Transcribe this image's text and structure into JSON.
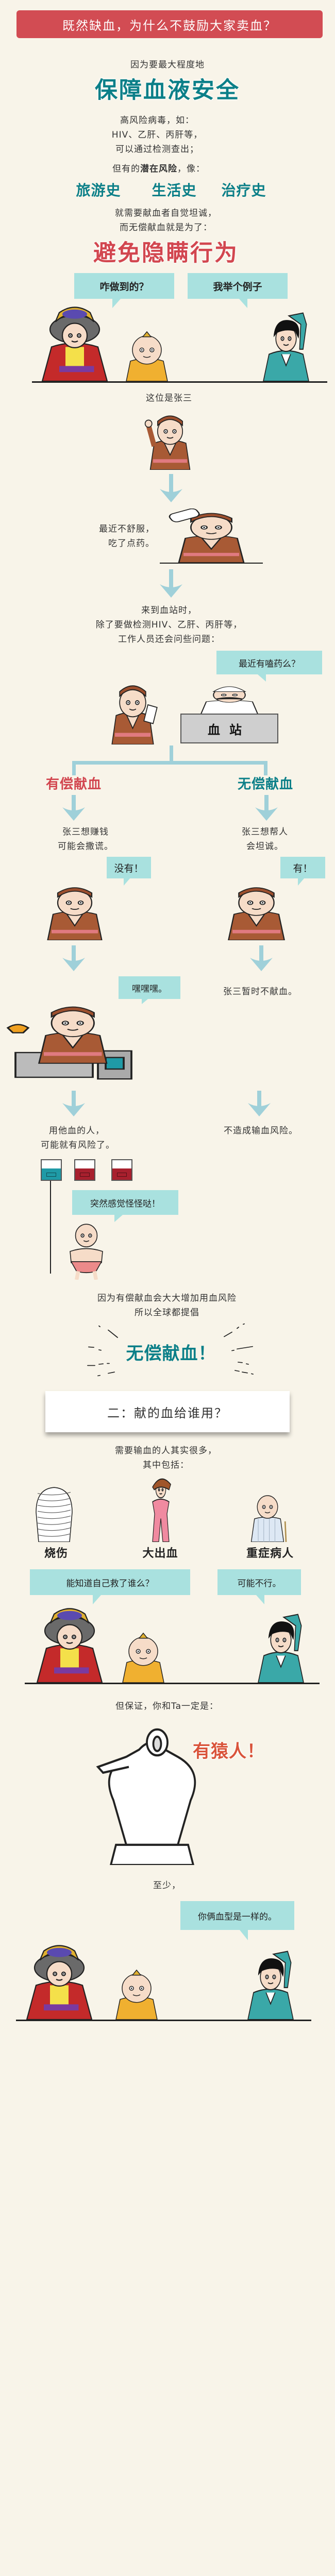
{
  "banner": {
    "title": "既然缺血，为什么不鼓励大家卖血？"
  },
  "intro": {
    "line1": "因为要最大程度地",
    "headline": "保障血液安全",
    "virus_lines": [
      "高风险病毒，如：",
      "HIV、乙肝、丙肝等，",
      "可以通过检测查出；"
    ],
    "potential_prefix": "但有的",
    "potential_bold": "潜在风险",
    "potential_suffix": "，像：",
    "histories": [
      "旅游史",
      "生活史",
      "治疗史"
    ],
    "honest_lines": [
      "就需要献血者自觉坦诚，",
      "而无偿献血就是为了："
    ],
    "headline2": "避免隐瞒行为"
  },
  "scene1": {
    "bubble_left": "咋做到的？",
    "bubble_right": "我举个例子"
  },
  "story": {
    "intro": "这位是张三",
    "sick_lines": [
      "最近不舒服，",
      "吃了点药。"
    ],
    "station_lines": [
      "来到血站时，",
      "除了要做检测HIV、乙肝、丙肝等，",
      "工作人员还会问些问题："
    ],
    "doctor_bubble": "最近有嗑药么？",
    "desk_label": "血站",
    "paid": {
      "label": "有偿献血",
      "lines": [
        "张三想赚钱",
        "可能会撒谎。"
      ],
      "bubble": "没有！",
      "bubble2": "嘿嘿嘿。",
      "result_lines": [
        "用他血的人，",
        "可能就有风险了。"
      ],
      "recipient_bubble": "突然感觉怪怪哒！"
    },
    "unpaid": {
      "label": "无偿献血",
      "lines": [
        "张三想帮人",
        "会坦诚。"
      ],
      "bubble": "有！",
      "action": "张三暂时不献血。",
      "result": "不造成输血风险。"
    }
  },
  "conclusion": {
    "lines": [
      "因为有偿献血会大大增加用血风险",
      "所以全球都提倡"
    ],
    "headline": "无偿献血！"
  },
  "section2": {
    "title": "二：献的血给谁用？",
    "lines": [
      "需要输血的人其实很多，",
      "其中包括："
    ],
    "recipients": [
      "烧伤",
      "大出血",
      "重症病人"
    ],
    "bubble_left": "能知道自己救了谁么？",
    "bubble_right": "可能不行。",
    "guarantee": "但保证，你和Ta一定是：",
    "ape_label": "有猿人！",
    "at_least": "至少，",
    "final_bubble": "你俩血型是一样的。"
  },
  "blood_bags": [
    "teal",
    "red",
    "red"
  ],
  "colors": {
    "background": "#f8f4e9",
    "banner": "#d24c53",
    "teal_text": "#0b7f88",
    "red_text": "#d2464f",
    "bubble": "#a9e1df",
    "arrow": "#9fd0d9",
    "bag_teal": "#1f9aa6",
    "bag_red": "#a8202e"
  }
}
